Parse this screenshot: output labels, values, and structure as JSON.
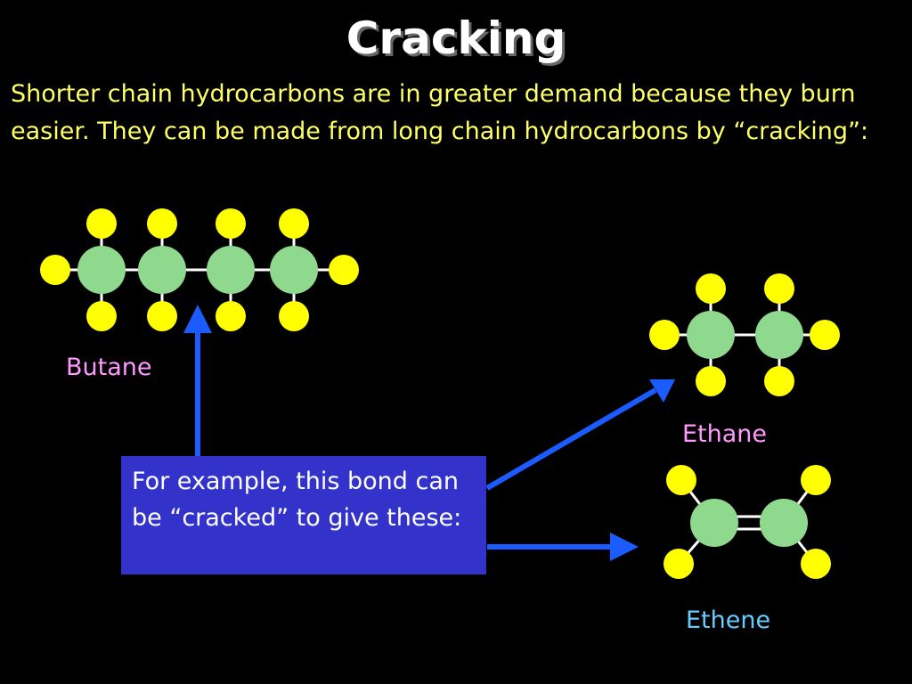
{
  "title": "Cracking",
  "intro": "Shorter chain hydrocarbons are in greater demand because they burn easier.  They can be made from long chain hydrocarbons by “cracking”:",
  "callout": "For example, this bond can be “cracked” to give  these:",
  "molecules": {
    "butane": {
      "label": "Butane"
    },
    "ethane": {
      "label": "Ethane"
    },
    "ethene": {
      "label": "Ethene"
    }
  },
  "colors": {
    "background": "#000000",
    "intro_text": "#ffff66",
    "carbon": "#8fd98f",
    "hydrogen": "#ffff00",
    "bond": "#ffffff",
    "arrow": "#1a5cff",
    "callout_box": "#3333cc",
    "label_butane": "#ff99ff",
    "label_ethane": "#ff99ff",
    "label_ethene": "#66ccff"
  }
}
